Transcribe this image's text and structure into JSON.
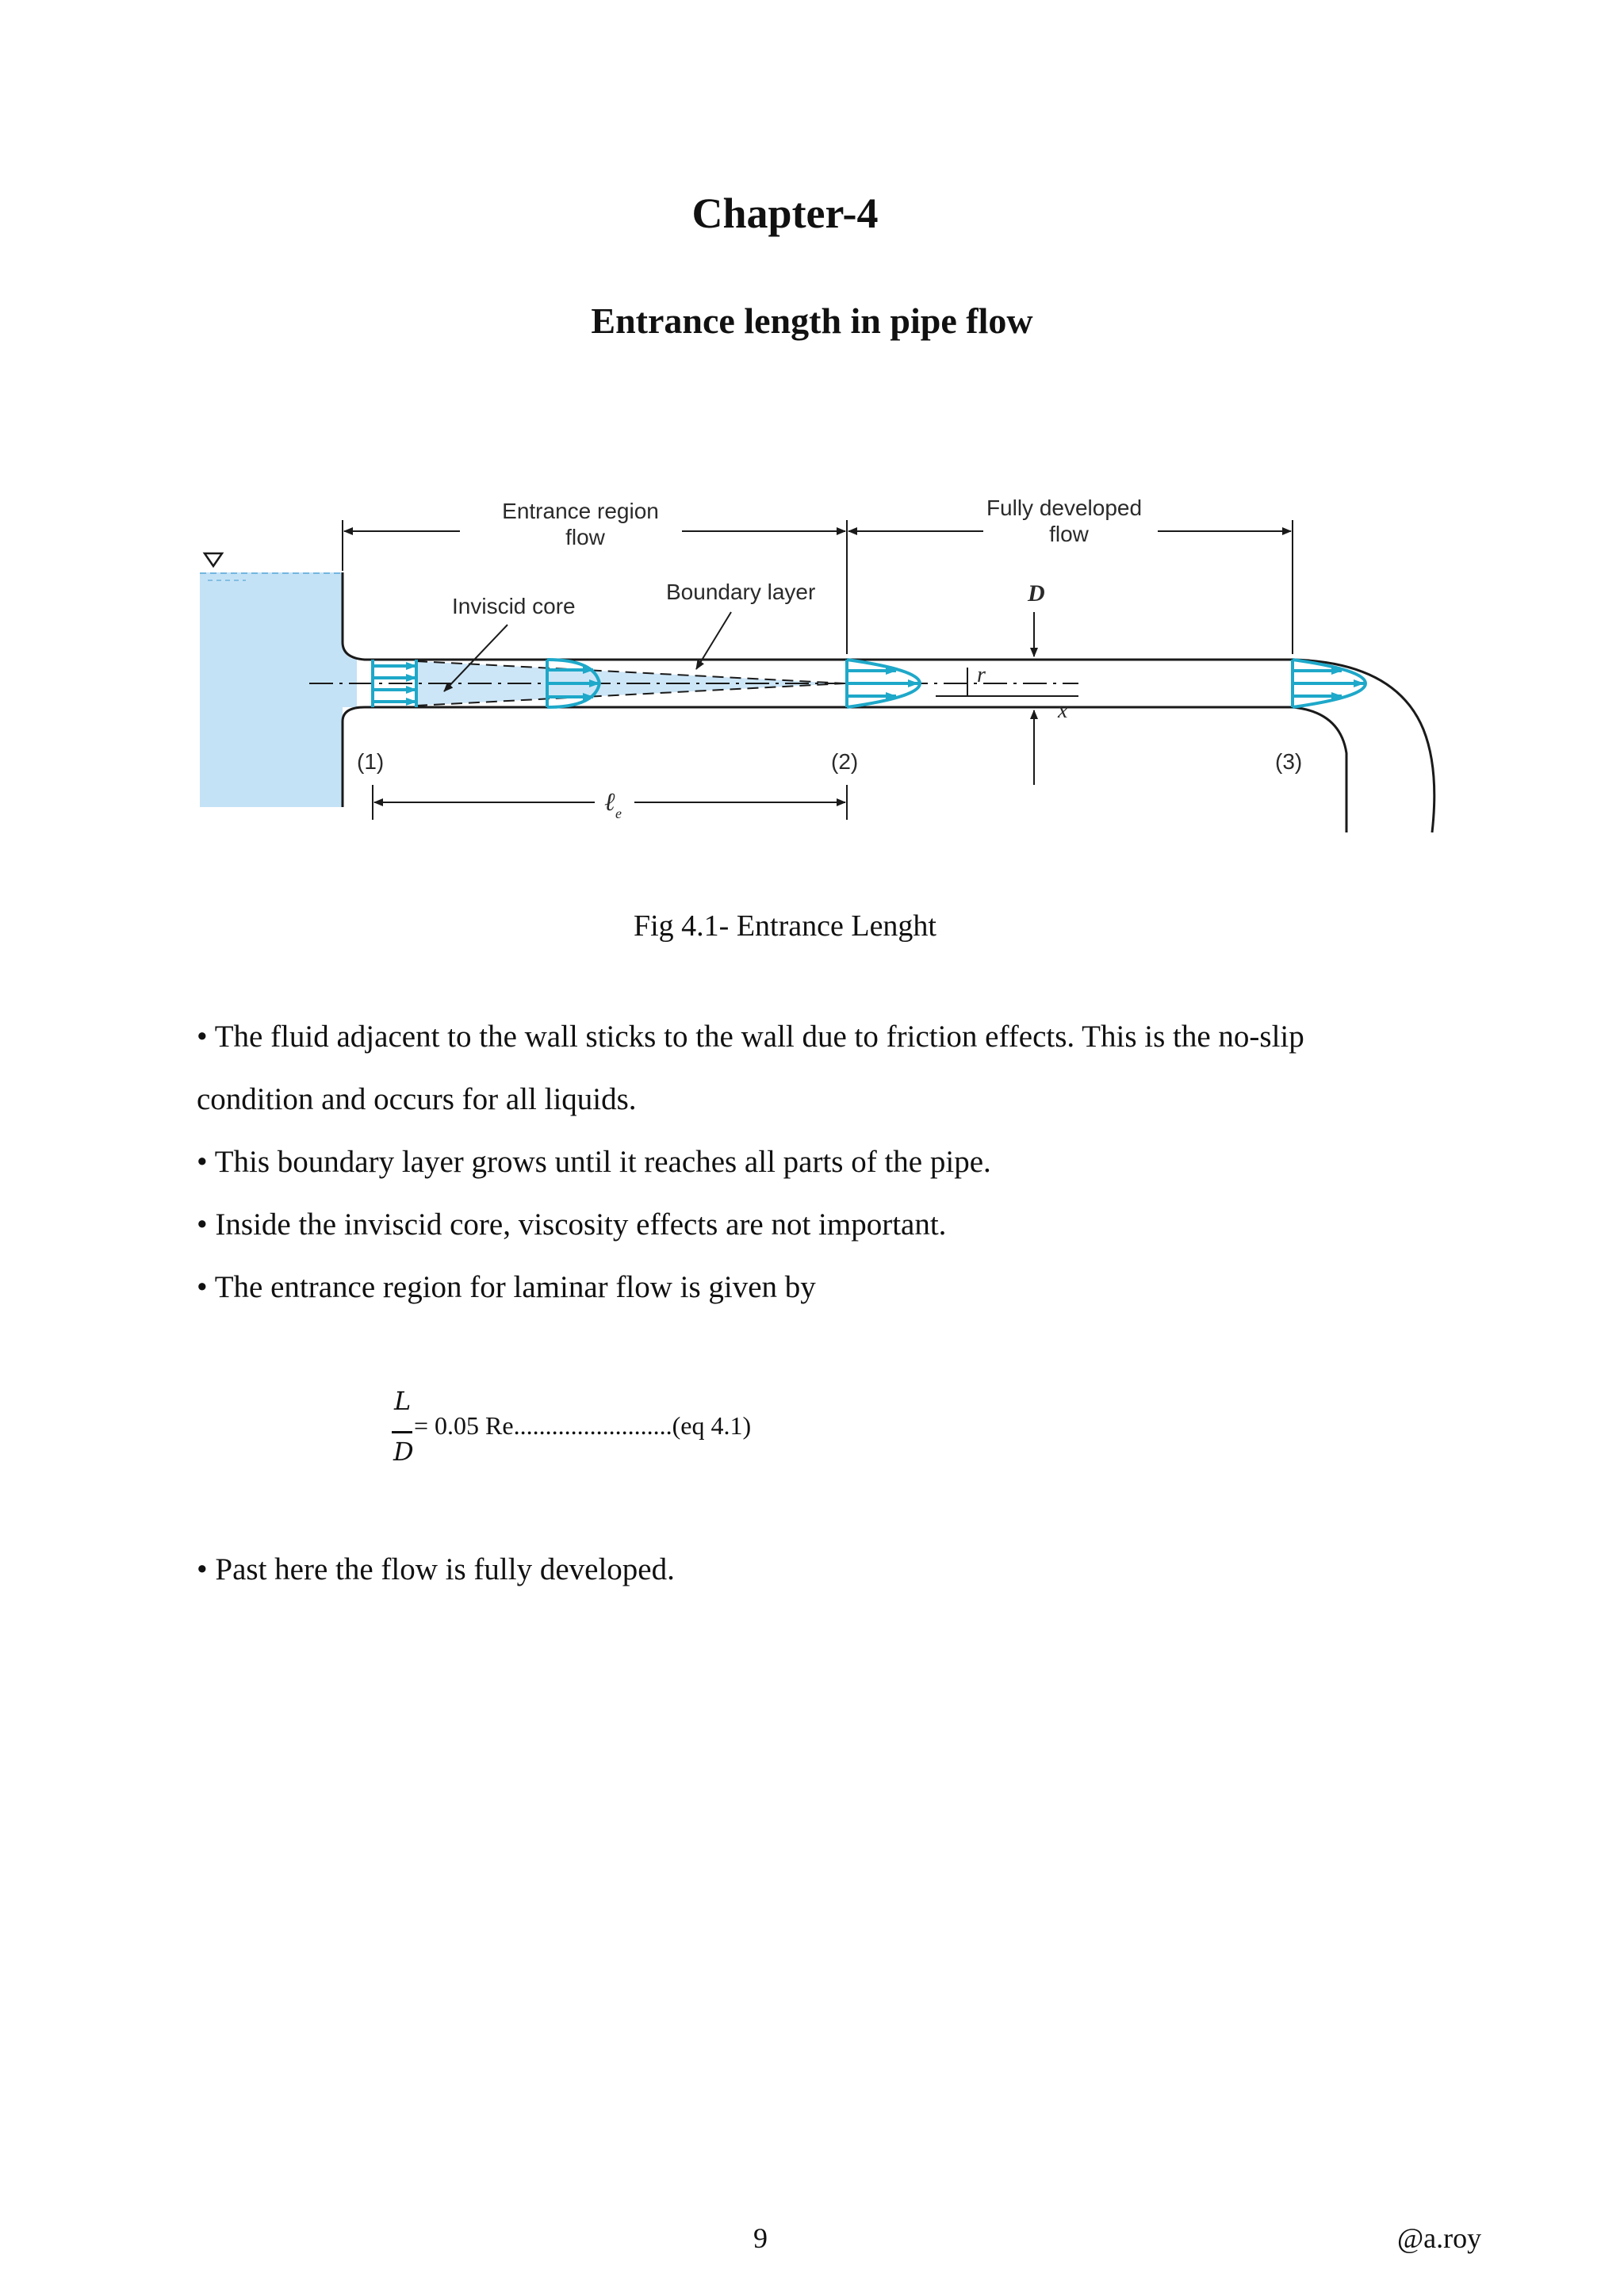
{
  "header": {
    "chapter": "Chapter-4",
    "section_title": "Entrance length in pipe flow"
  },
  "figure": {
    "labels": {
      "entrance_region_line1": "Entrance region",
      "entrance_region_line2": "flow",
      "fully_developed_line1": "Fully developed",
      "fully_developed_line2": "flow",
      "inviscid_core": "Inviscid core",
      "boundary_layer": "Boundary layer",
      "diameter": "D",
      "radius": "r",
      "axis_x": "x",
      "station_1": "(1)",
      "station_2": "(2)",
      "station_3": "(3)",
      "entrance_length_symbol": "ℓ",
      "entrance_length_subscript": "e"
    },
    "colors": {
      "water": "#c4e2f6",
      "profile": "#1ea8c9",
      "line": "#1a1a1a"
    },
    "caption": "Fig 4.1- Entrance  Lenght"
  },
  "body": {
    "bullets": [
      "• The fluid adjacent to the wall sticks to the wall due to friction effects. This is the no-slip",
      " condition and occurs for all liquids.",
      "• This boundary layer grows until it reaches all parts of the pipe.",
      "• Inside the inviscid core, viscosity effects are not important.",
      "• The entrance region for laminar flow is given  by"
    ],
    "equation": {
      "numerator": "L",
      "denominator": "D",
      "rhs": "= 0.05 Re.........................(eq 4.1)"
    },
    "closing_bullet": "• Past here the flow is fully  developed."
  },
  "footer": {
    "page_number": "9",
    "credit": "@a.roy"
  }
}
